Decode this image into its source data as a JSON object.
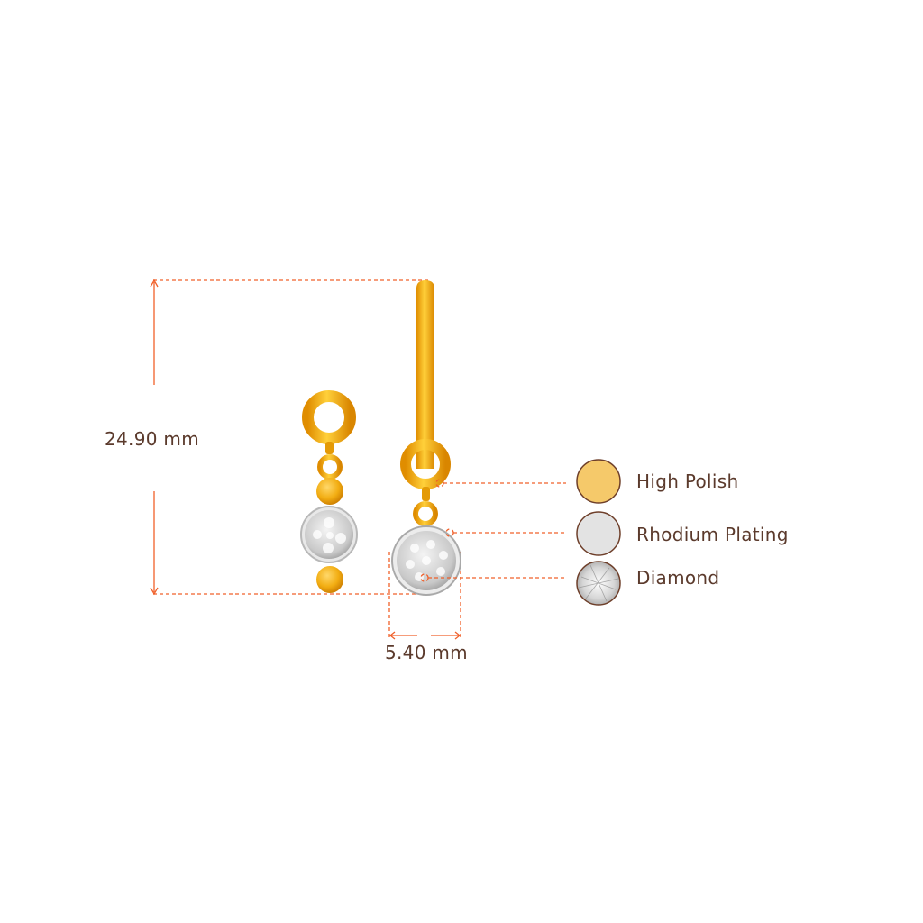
{
  "dimensions": {
    "height_label": "24.90 mm",
    "width_label": "5.40 mm"
  },
  "legend": [
    {
      "label": "High Polish",
      "swatch": "#f5c96a"
    },
    {
      "label": "Rhodium Plating",
      "swatch": "#e3e3e3"
    },
    {
      "label": "Diamond",
      "swatch": "#dcdcdc"
    }
  ],
  "colors": {
    "dimension_line": "#f0602a",
    "text": "#5b3a2c",
    "gold": "#f4b218",
    "gold_dark": "#d88a00",
    "swatch_border": "#6e3f2a"
  }
}
